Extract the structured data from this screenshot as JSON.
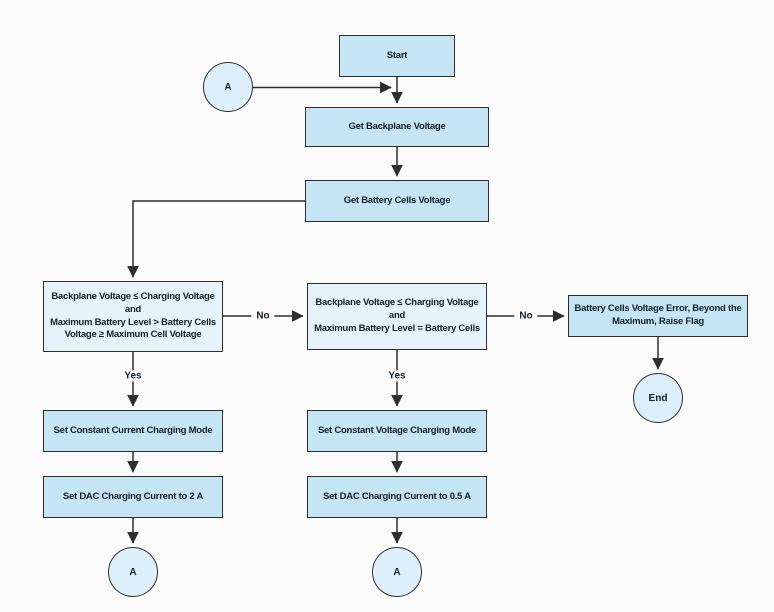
{
  "colors": {
    "background": "#fbfbfb",
    "process_fill": "#c5e5f4",
    "condition_fill": "#e7f3fa",
    "terminal_fill": "#ddeffa",
    "border": "#2e2e2e",
    "text": "#14202b",
    "line": "#2e2e2e"
  },
  "nodes": {
    "start": "Start",
    "connector_a_top": "A",
    "get_backplane": "Get Backplane Voltage",
    "get_battery_cells": "Get Battery Cells Voltage",
    "condition_charging": "Backplane Voltage ≤ Charging Voltage\nand\nMaximum Battery Level > Battery Cells\nVoltage ≥ Maximum Cell Voltage",
    "condition_full": "Backplane Voltage ≤ Charging Voltage\nand\nMaximum Battery Level = Battery Cells",
    "error": "Battery Cells Voltage Error, Beyond the Maximum, Raise Flag",
    "set_cc_mode": "Set Constant Current Charging Mode",
    "set_dac_2a": "Set DAC Charging Current to 2 A",
    "set_cv_mode": "Set Constant Voltage Charging Mode",
    "set_dac_05a": "Set DAC Charging Current to 0.5 A",
    "connector_a_left": "A",
    "connector_a_middle": "A",
    "end": "End"
  },
  "edge_labels": {
    "no_left": "No",
    "no_right": "No",
    "yes_left": "Yes",
    "yes_middle": "Yes"
  }
}
